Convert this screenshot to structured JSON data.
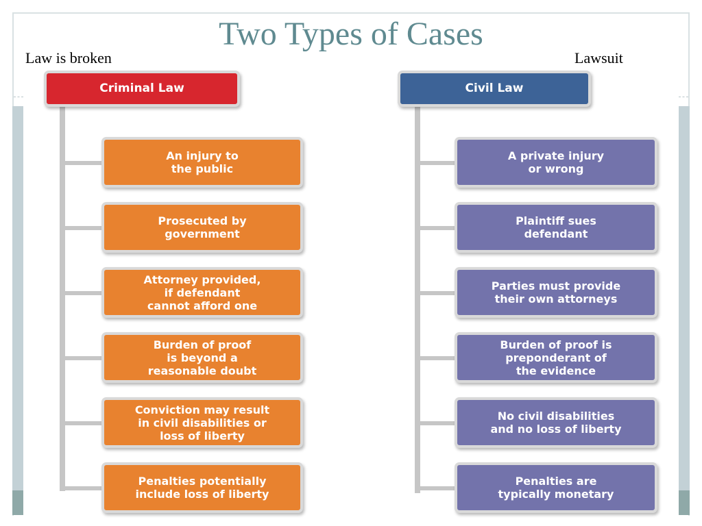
{
  "title": "Two Types of Cases",
  "left_label": "Law is broken",
  "right_label": "Lawsuit",
  "colors": {
    "criminal_header": "#d7262e",
    "criminal_box": "#e8822f",
    "civil_header": "#3d6397",
    "civil_box": "#7373ab",
    "connector": "#c6c6c6",
    "title": "#5f8a90"
  },
  "criminal": {
    "header": "Criminal Law",
    "items": [
      "An injury to\nthe public",
      "Prosecuted by\ngovernment",
      "Attorney provided,\nif defendant\ncannot afford one",
      "Burden of proof\nis beyond a\nreasonable doubt",
      "Conviction may result\nin civil disabilities or\nloss of liberty",
      "Penalties potentially\ninclude loss of liberty"
    ]
  },
  "civil": {
    "header": "Civil Law",
    "items": [
      "A private injury\nor wrong",
      "Plaintiff sues\ndefendant",
      "Parties must provide\ntheir own attorneys",
      "Burden of proof is\npreponderant of\nthe evidence",
      "No civil disabilities\nand no loss of liberty",
      "Penalties are\ntypically monetary"
    ]
  }
}
